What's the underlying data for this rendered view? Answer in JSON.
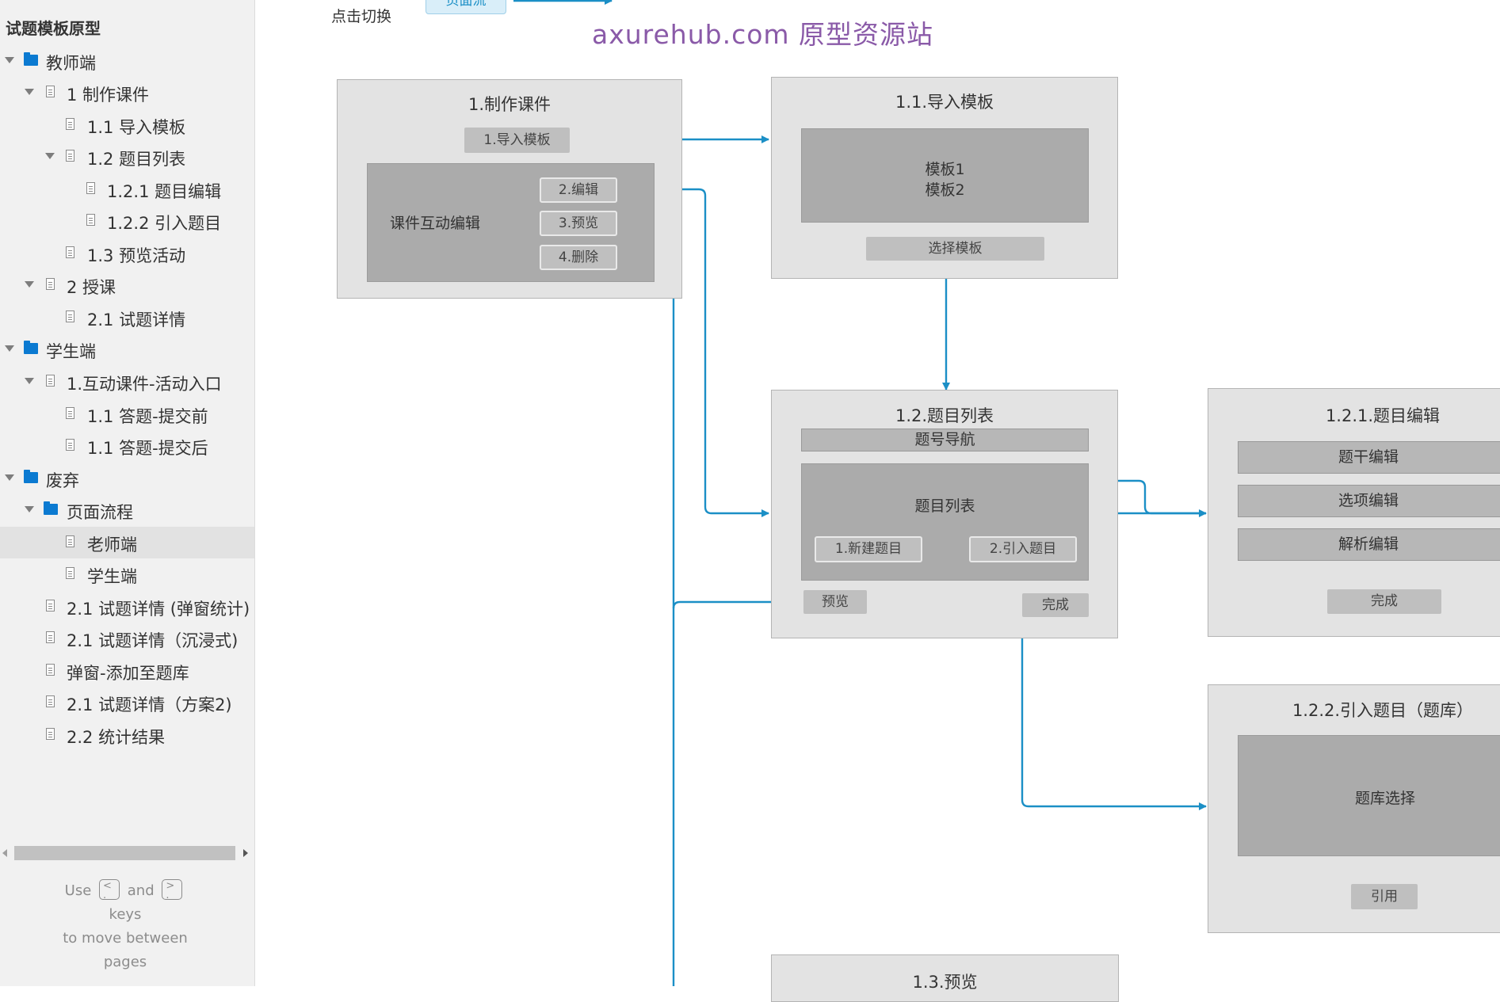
{
  "sidebar": {
    "title": "试题模板原型",
    "items": [
      {
        "label": "教师端"
      },
      {
        "label": "1 制作课件"
      },
      {
        "label": "1.1 导入模板"
      },
      {
        "label": "1.2 题目列表"
      },
      {
        "label": "1.2.1 题目编辑"
      },
      {
        "label": "1.2.2 引入题目"
      },
      {
        "label": "1.3 预览活动"
      },
      {
        "label": "2 授课"
      },
      {
        "label": "2.1 试题详情"
      },
      {
        "label": "学生端"
      },
      {
        "label": "1.互动课件-活动入口"
      },
      {
        "label": "1.1 答题-提交前"
      },
      {
        "label": "1.1 答题-提交后"
      },
      {
        "label": "废弃"
      },
      {
        "label": "页面流程"
      },
      {
        "label": "老师端"
      },
      {
        "label": "学生端"
      },
      {
        "label": "2.1 试题详情 (弹窗统计)"
      },
      {
        "label": "2.1 试题详情（沉浸式)"
      },
      {
        "label": "弹窗-添加至题库"
      },
      {
        "label": "2.1 试题详情（方案2)"
      },
      {
        "label": "2.2 统计结果"
      }
    ],
    "nav_hint": {
      "use": "Use",
      "left_key": "<\n·",
      "and": "and",
      "right_key": ">\n·",
      "keys": "keys",
      "move": "to move between",
      "pages": "pages"
    }
  },
  "canvas": {
    "click_switch_label": "点击切换",
    "page_flow_chip": "页面流",
    "watermark": "axurehub.com 原型资源站",
    "frame_make": {
      "title": "1.制作课件",
      "import_button": "1.导入模板",
      "panel_label": "课件互动编辑",
      "edit_button": "2.编辑",
      "preview_button": "3.预览",
      "delete_button": "4.删除"
    },
    "frame_import": {
      "title": "1.1.导入模板",
      "template1": "模板1",
      "template2": "模板2",
      "select_button": "选择模板"
    },
    "frame_list": {
      "title": "1.2.题目列表",
      "nav_bar": "题号导航",
      "panel_label": "题目列表",
      "new_button": "1.新建题目",
      "import_button": "2.引入题目",
      "preview_button": "预览",
      "done_button": "完成"
    },
    "frame_edit": {
      "title": "1.2.1.题目编辑",
      "stem_bar": "题干编辑",
      "options_bar": "选项编辑",
      "analysis_bar": "解析编辑",
      "done_button": "完成"
    },
    "frame_bank": {
      "title": "1.2.2.引入题目（题库）",
      "panel_label": "题库选择",
      "cite_button": "引用"
    },
    "frame_preview": {
      "title": "1.3.预览"
    }
  },
  "colors": {
    "connector": "#1b8fc6",
    "folder_icon": "#0b7ad1",
    "watermark": "#8a5aa8"
  }
}
